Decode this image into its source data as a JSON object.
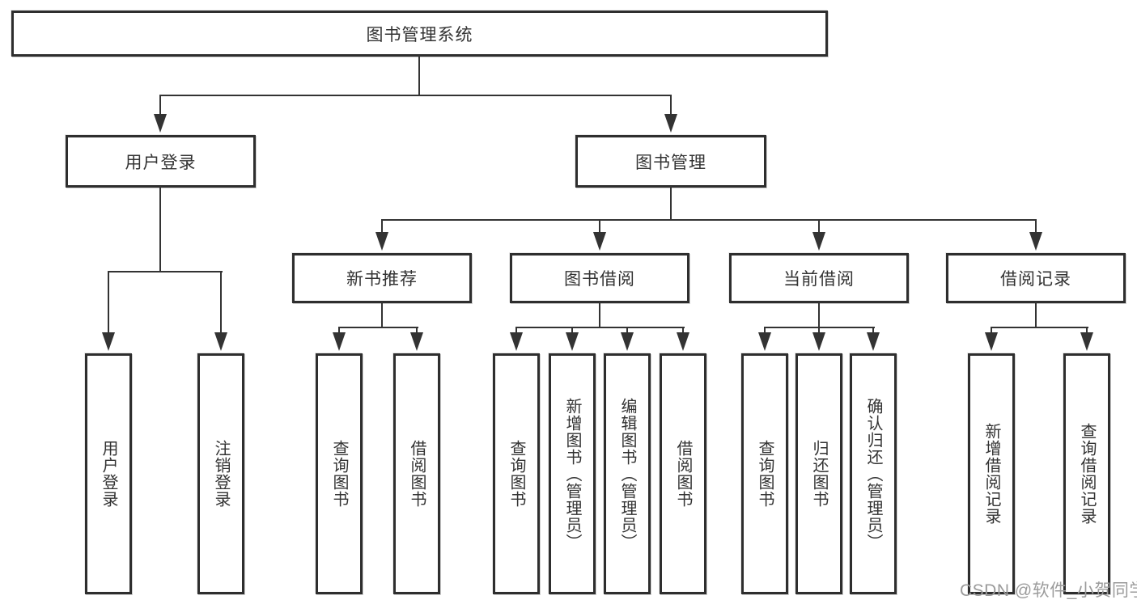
{
  "diagram": {
    "root": {
      "label": "图书管理系统"
    },
    "branches": [
      {
        "label": "用户登录",
        "children": [
          {
            "label": "用户登录"
          },
          {
            "label": "注销登录"
          }
        ]
      },
      {
        "label": "图书管理",
        "children": [
          {
            "label": "新书推荐",
            "children": [
              {
                "label": "查询图书"
              },
              {
                "label": "借阅图书"
              }
            ]
          },
          {
            "label": "图书借阅",
            "children": [
              {
                "label": "查询图书"
              },
              {
                "label": "新增图书（管理员）"
              },
              {
                "label": "编辑图书（管理员）"
              },
              {
                "label": "借阅图书"
              }
            ]
          },
          {
            "label": "当前借阅",
            "children": [
              {
                "label": "查询图书"
              },
              {
                "label": "归还图书"
              },
              {
                "label": "确认归还（管理员）"
              }
            ]
          },
          {
            "label": "借阅记录",
            "children": [
              {
                "label": "新增借阅记录"
              },
              {
                "label": "查询借阅记录"
              }
            ]
          }
        ]
      }
    ]
  },
  "watermark": "CSDN @软件_小贺同学",
  "colors": {
    "line": "#333333",
    "box_border": "#2e2e2e",
    "text": "#333333",
    "watermark": "#9b9b9b",
    "background": "#ffffff"
  }
}
